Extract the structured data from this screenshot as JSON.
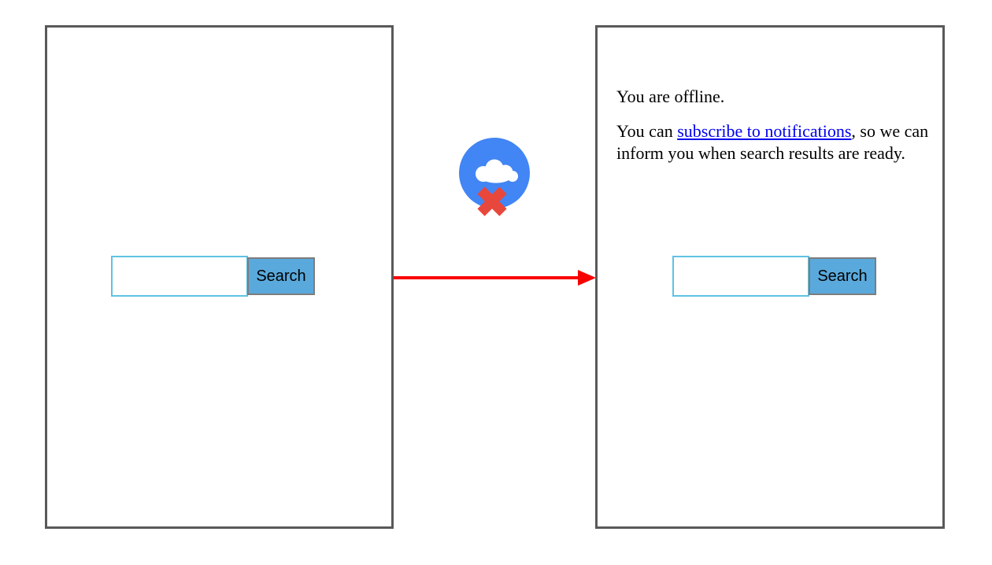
{
  "left_frame": {
    "search": {
      "input_value": "",
      "button_label": "Search"
    }
  },
  "connector": {
    "arrow_icon": "red-arrow-right-icon",
    "badge_icon": "offline-cloud-icon",
    "cross_icon": "error-cross-icon"
  },
  "right_frame": {
    "offline_message": "You are offline.",
    "notification_sentence": {
      "before_link": "You can ",
      "link_text": "subscribe to notifications",
      "after_link": ", so we can inform you when search results are ready."
    },
    "search": {
      "input_value": "",
      "button_label": "Search"
    }
  },
  "colors": {
    "frame_border": "#595959",
    "arrow_red": "#f80000",
    "circle_blue": "#4285f4",
    "cross_red": "#e8473c",
    "cloud_white": "#ffffff",
    "button_blue": "#5aa9dc",
    "button_border": "#7d7d7d",
    "input_border": "#5ec3e2",
    "link_blue": "#0000ee"
  }
}
